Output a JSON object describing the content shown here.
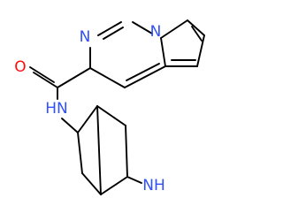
{
  "molecule": {
    "atoms": {
      "ring_n_top": "N",
      "ring_n_left": "N",
      "carbonyl_o": "O",
      "amide_nh": "HN",
      "bicyclic_nh": "NH"
    },
    "colors": {
      "bond": "#000000",
      "nitrogen": "#3050F8",
      "oxygen": "#FF0D0D"
    }
  }
}
